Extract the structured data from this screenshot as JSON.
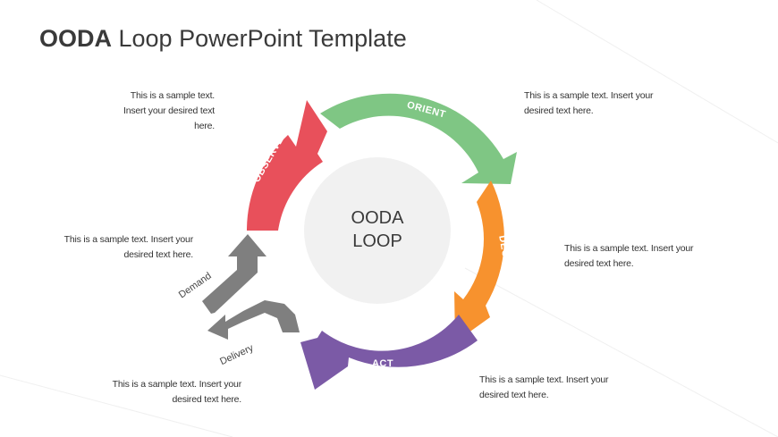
{
  "title": {
    "bold": "OODA",
    "rest": " Loop PowerPoint Template"
  },
  "center": {
    "line1": "OODA",
    "line2": "LOOP"
  },
  "segments": {
    "observe": {
      "label": "OBSERVE",
      "color": "#e8505b"
    },
    "orient": {
      "label": "ORIENT",
      "color": "#7fc684"
    },
    "decide": {
      "label": "DECIDE",
      "color": "#f7922e"
    },
    "act": {
      "label": "ACT",
      "color": "#7b5aa6"
    }
  },
  "flow": {
    "demand": "Demand",
    "delivery": "Delivery",
    "arrow_color": "#7f7f7f"
  },
  "notes": {
    "observe": {
      "line1": "This is a sample text.",
      "line2": "Insert your desired text",
      "line3": "here."
    },
    "orient": {
      "line1": "This is a sample text. Insert your",
      "line2": "desired text here."
    },
    "decide": {
      "line1": "This is a sample text. Insert your",
      "line2": "desired text here."
    },
    "act": {
      "line1": "This is a sample text. Insert your",
      "line2": "desired text here."
    },
    "demand": {
      "line1": "This is a sample text. Insert your",
      "line2": "desired text here."
    },
    "delivery": {
      "line1": "This is a sample text. Insert your",
      "line2": "desired text here."
    }
  }
}
